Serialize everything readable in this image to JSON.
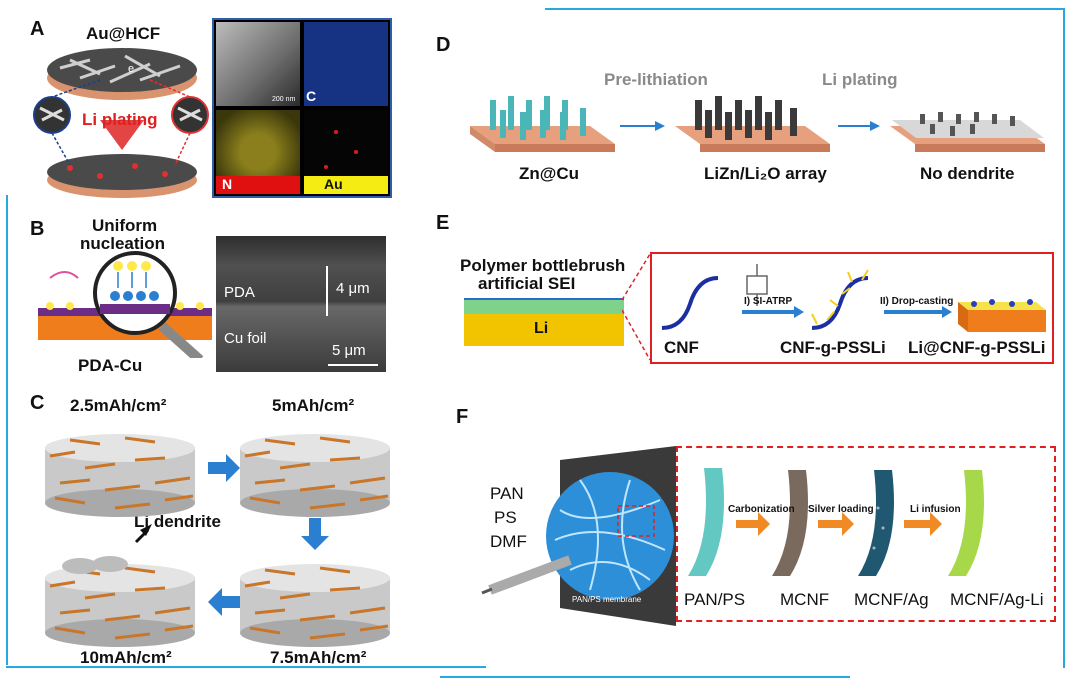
{
  "panels": {
    "A": {
      "letter": "A",
      "material": "Au@HCF",
      "process": "Li plating",
      "electron": "e",
      "scalebar": "200 nm",
      "maps": {
        "carbon": "C",
        "nitrogen": "N",
        "gold": "Au"
      },
      "colors": {
        "carbon_map": "#1a3c9a",
        "nitrogen_map": "#b0a22c",
        "gold_map": "#d41a1a",
        "n_label_bg": "#e01010",
        "au_label_bg": "#f4ec12",
        "frame": "#2f5ea8"
      }
    },
    "B": {
      "letter": "B",
      "title_line1": "Uniform",
      "title_line2": "nucleation",
      "substrate": "PDA-Cu",
      "layer_top": "PDA",
      "thickness": "4 μm",
      "layer_bottom": "Cu foil",
      "scalebar": "5 μm"
    },
    "C": {
      "letter": "C",
      "steps": [
        "2.5mAh/cm²",
        "5mAh/cm²",
        "7.5mAh/cm²",
        "10mAh/cm²"
      ],
      "annotation": "Li dendrite"
    },
    "D": {
      "letter": "D",
      "step1": "Pre-lithiation",
      "step2": "Li plating",
      "stages": [
        "Zn@Cu",
        "LiZn/Li₂O  array",
        "No dendrite"
      ]
    },
    "E": {
      "letter": "E",
      "title_line1": "Polymer bottlebrush",
      "title_line2": "artificial SEI",
      "substrate": "Li",
      "step1": "I)   SI-ATRP",
      "step2": "II)  Drop-casting",
      "stages": [
        "CNF",
        "CNF-g-PSSLi",
        "Li@CNF-g-PSSLi"
      ]
    },
    "F": {
      "letter": "F",
      "precursors": [
        "PAN",
        "PS",
        "DMF"
      ],
      "membrane": "PAN/PS membrane",
      "steps": [
        "Carbonization",
        "Silver loading",
        "Li infusion"
      ],
      "stages": [
        "PAN/PS",
        "MCNF",
        "MCNF/Ag",
        "MCNF/Ag-Li"
      ]
    }
  },
  "colors": {
    "frame": "#29a8df",
    "arrow": "#2a7fd0",
    "copper": "#e6a07e",
    "orange_arrow": "#f08a24",
    "dashed_red": "#e02020",
    "fiber": "#c8772a"
  }
}
